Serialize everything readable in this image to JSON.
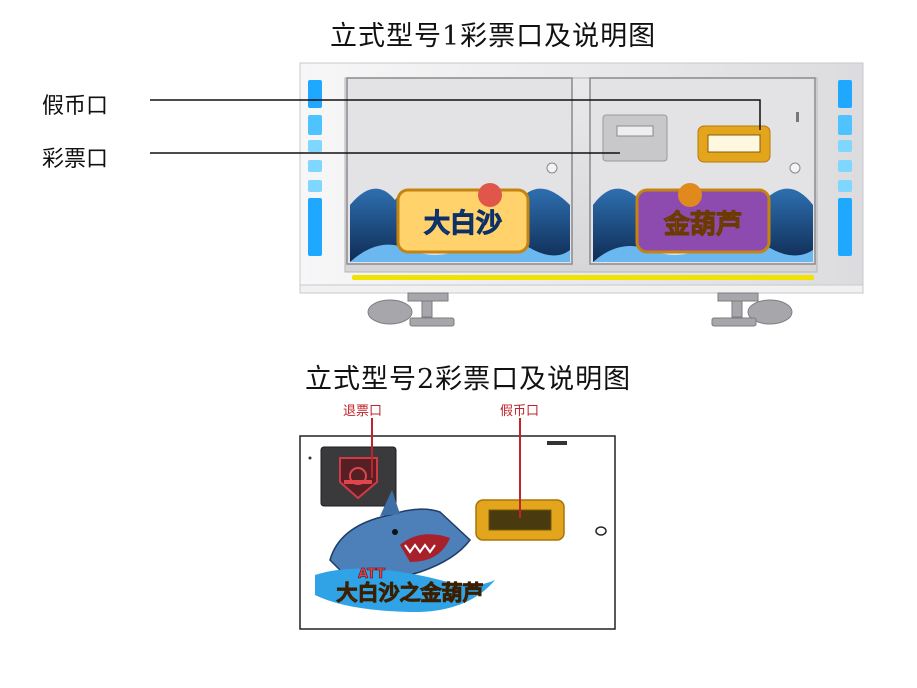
{
  "model1": {
    "title": "立式型号1彩票口及说明图",
    "labels": {
      "fake_coin": "假币口",
      "ticket": "彩票口"
    },
    "cabinet": {
      "left_logo": "大白沙",
      "right_logo": "金葫芦"
    }
  },
  "model2": {
    "title": "立式型号2彩票口及说明图",
    "labels": {
      "refund_ticket": "退票口",
      "fake_coin": "假币口"
    },
    "logo": {
      "brand": "ATT",
      "name": "大白沙之金葫芦"
    }
  },
  "colors": {
    "red_label": "#c0232b",
    "yellow_slot": "#e3a51c",
    "neon_blue": "#1fa8ff",
    "neon_yellow": "#f2e200"
  }
}
